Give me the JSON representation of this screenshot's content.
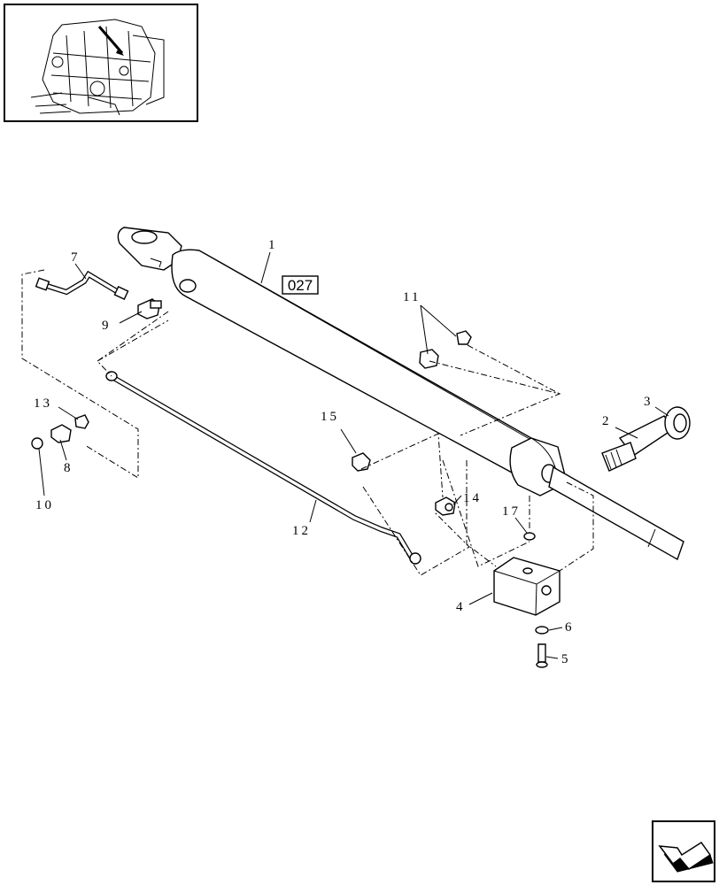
{
  "reference_box": "027",
  "callouts": {
    "c1": "1",
    "c2": "2",
    "c3": "3",
    "c4": "4",
    "c5": "5",
    "c6": "6",
    "c7": "7",
    "c8": "8",
    "c9": "9",
    "c10": "10",
    "c11": "11",
    "c12": "12",
    "c13": "13",
    "c14": "14",
    "c15": "15",
    "c17": "17"
  },
  "icons": {
    "thumbnail": "machine-overview-thumbnail",
    "nav": "next-page-arrow-icon"
  }
}
